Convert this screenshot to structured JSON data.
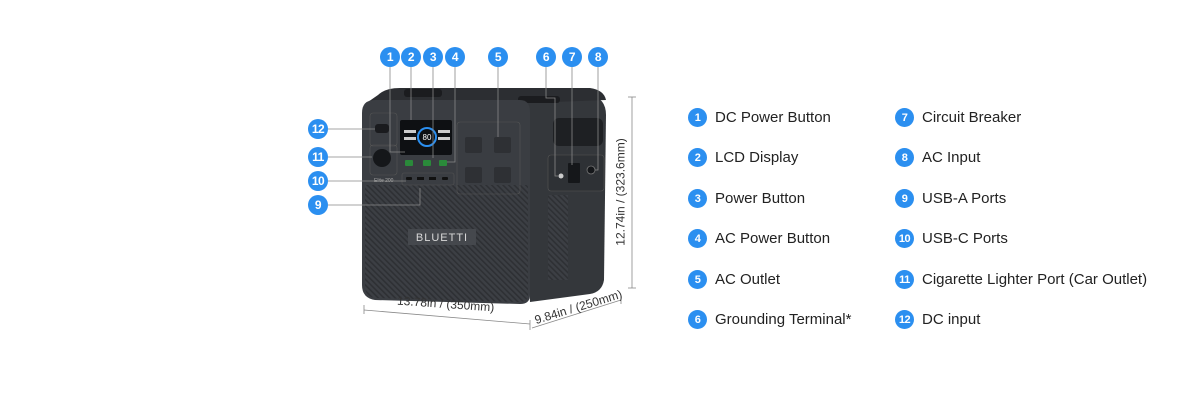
{
  "device": {
    "brand_logo": "BLUETTI",
    "model_label": "Elite 200",
    "lcd_value": "80"
  },
  "callouts": [
    "1",
    "2",
    "3",
    "4",
    "5",
    "6",
    "7",
    "8",
    "9",
    "10",
    "11",
    "12"
  ],
  "dimensions": {
    "width": "13.78in / (350mm)",
    "depth": "9.84in / (250mm)",
    "height": "12.74in / (323.6mm)"
  },
  "legend": [
    {
      "num": "1",
      "label": "DC Power Button"
    },
    {
      "num": "2",
      "label": "LCD Display"
    },
    {
      "num": "3",
      "label": "Power Button"
    },
    {
      "num": "4",
      "label": "AC Power Button"
    },
    {
      "num": "5",
      "label": "AC Outlet"
    },
    {
      "num": "6",
      "label": "Grounding Terminal*"
    },
    {
      "num": "7",
      "label": "Circuit Breaker"
    },
    {
      "num": "8",
      "label": "AC Input"
    },
    {
      "num": "9",
      "label": "USB-A Ports"
    },
    {
      "num": "10",
      "label": "USB-C Ports"
    },
    {
      "num": "11",
      "label": "Cigarette Lighter Port (Car Outlet)"
    },
    {
      "num": "12",
      "label": "DC input"
    }
  ],
  "colors": {
    "accent": "#2b8ff0",
    "body": "#3a3d42"
  }
}
